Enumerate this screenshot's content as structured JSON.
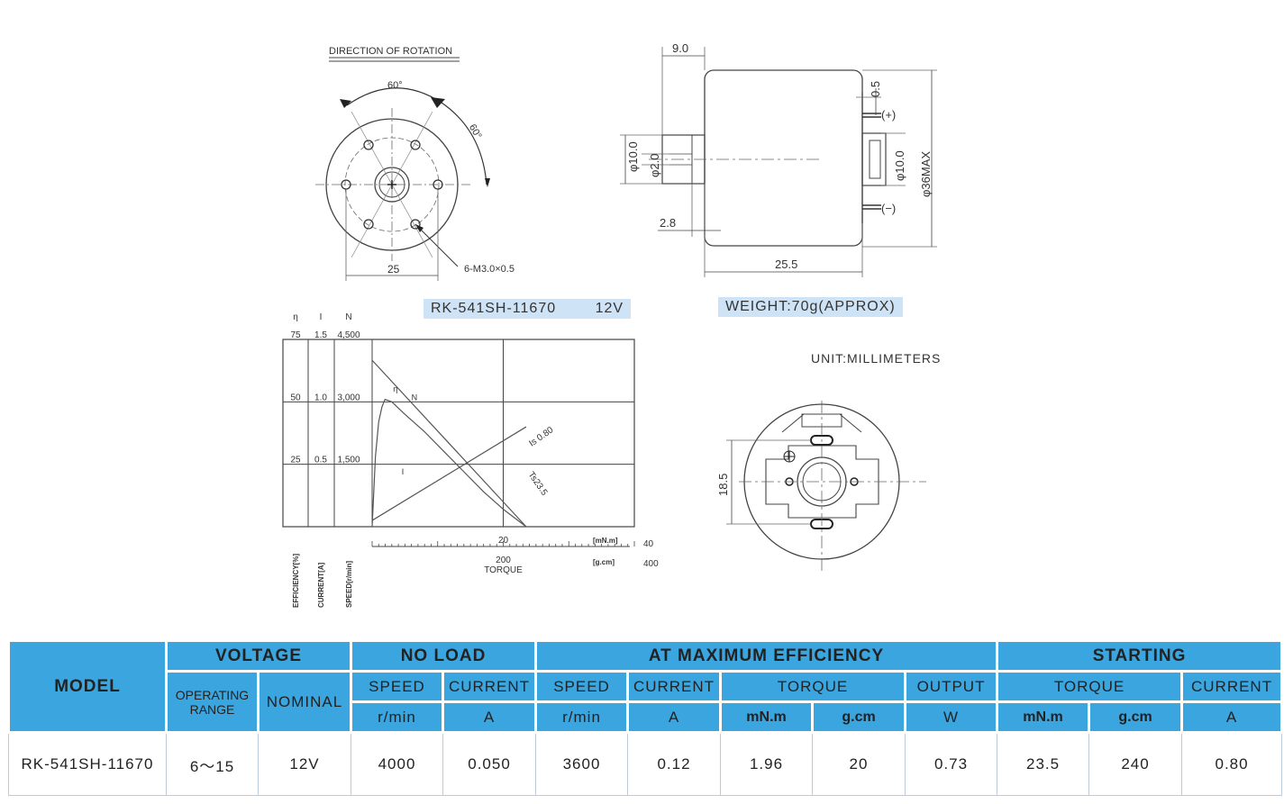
{
  "front_view": {
    "title": "DIRECTION OF ROTATION",
    "angle_top": "60°",
    "angle_side": "60°",
    "dim_bottom": "25",
    "hole_note": "6-M3.0×0.5"
  },
  "side_view": {
    "dim_top": "9.0",
    "dim_shaft_outer": "φ10.0",
    "dim_shaft": "φ2.0",
    "dim_left": "2.8",
    "dim_length": "25.5",
    "dim_top_right": "0.5",
    "dim_boss": "φ10.0",
    "dim_body": "φ36MAX",
    "terminal_plus": "(+)",
    "terminal_minus": "(−)"
  },
  "model_label": "RK-541SH-11670",
  "voltage_label": "12V",
  "weight_label": "WEIGHT:70g(APPROX)",
  "unit_label": "UNIT:MILLIMETERS",
  "rear_view": {
    "dim_left": "18.5"
  },
  "chart_data": {
    "type": "line",
    "axes": {
      "efficiency": {
        "label": "EFFICIENCY[%]",
        "symbol": "η",
        "ticks": [
          "25",
          "50",
          "75"
        ],
        "range": [
          0,
          75
        ]
      },
      "current": {
        "label": "CURRENT[A]",
        "symbol": "I",
        "ticks": [
          "0.5",
          "1.0",
          "1.5"
        ],
        "range": [
          0,
          1.5
        ]
      },
      "speed": {
        "label": "SPEED[r/min]",
        "symbol": "N",
        "ticks": [
          "1,500",
          "3,000",
          "4,500"
        ],
        "range": [
          0,
          4500
        ]
      },
      "torque": {
        "label": "TORQUE",
        "unit_mnm": "[mN.m]",
        "unit_gcm": "[g.cm]",
        "ticks_mnm": [
          "20",
          "40"
        ],
        "ticks_gcm": [
          "200",
          "400"
        ],
        "range": [
          0,
          40
        ]
      }
    },
    "series": [
      {
        "name": "N",
        "x": [
          0,
          23.5
        ],
        "y": [
          4000,
          0
        ]
      },
      {
        "name": "I",
        "x": [
          0,
          23.5
        ],
        "y": [
          0.05,
          0.8
        ]
      },
      {
        "name": "η",
        "x": [
          0,
          0.5,
          1.0,
          1.5,
          1.96,
          3,
          5,
          8,
          11,
          14,
          17,
          20,
          23.5
        ],
        "y": [
          0,
          28,
          42,
          48,
          51,
          50,
          45,
          38,
          30,
          22,
          14,
          7,
          0
        ]
      }
    ],
    "annotations": [
      {
        "text": "Is 0.80",
        "x": 23.5,
        "y": 0.8
      },
      {
        "text": "Ts23.5",
        "x": 23.5,
        "y": 0
      }
    ]
  },
  "table": {
    "model_header": "MODEL",
    "voltage_header": "VOLTAGE",
    "no_load_header": "NO LOAD",
    "max_eff_header": "AT MAXIMUM EFFICIENCY",
    "starting_header": "STARTING",
    "operating_range": "OPERATING RANGE",
    "nominal": "NOMINAL",
    "speed": "SPEED",
    "current": "CURRENT",
    "torque": "TORQUE",
    "output": "OUTPUT",
    "unit_rmin": "r/min",
    "unit_a": "A",
    "unit_mnm": "mN.m",
    "unit_gcm": "g.cm",
    "unit_w": "W",
    "row": {
      "model": "RK-541SH-11670",
      "operating_range": "6～15",
      "nominal": "12V",
      "nl_speed": "4000",
      "nl_current": "0.050",
      "me_speed": "3600",
      "me_current": "0.12",
      "me_torque_mnm": "1.96",
      "me_torque_gcm": "20",
      "me_output": "0.73",
      "st_torque_mnm": "23.5",
      "st_torque_gcm": "240",
      "st_current": "0.80"
    }
  }
}
